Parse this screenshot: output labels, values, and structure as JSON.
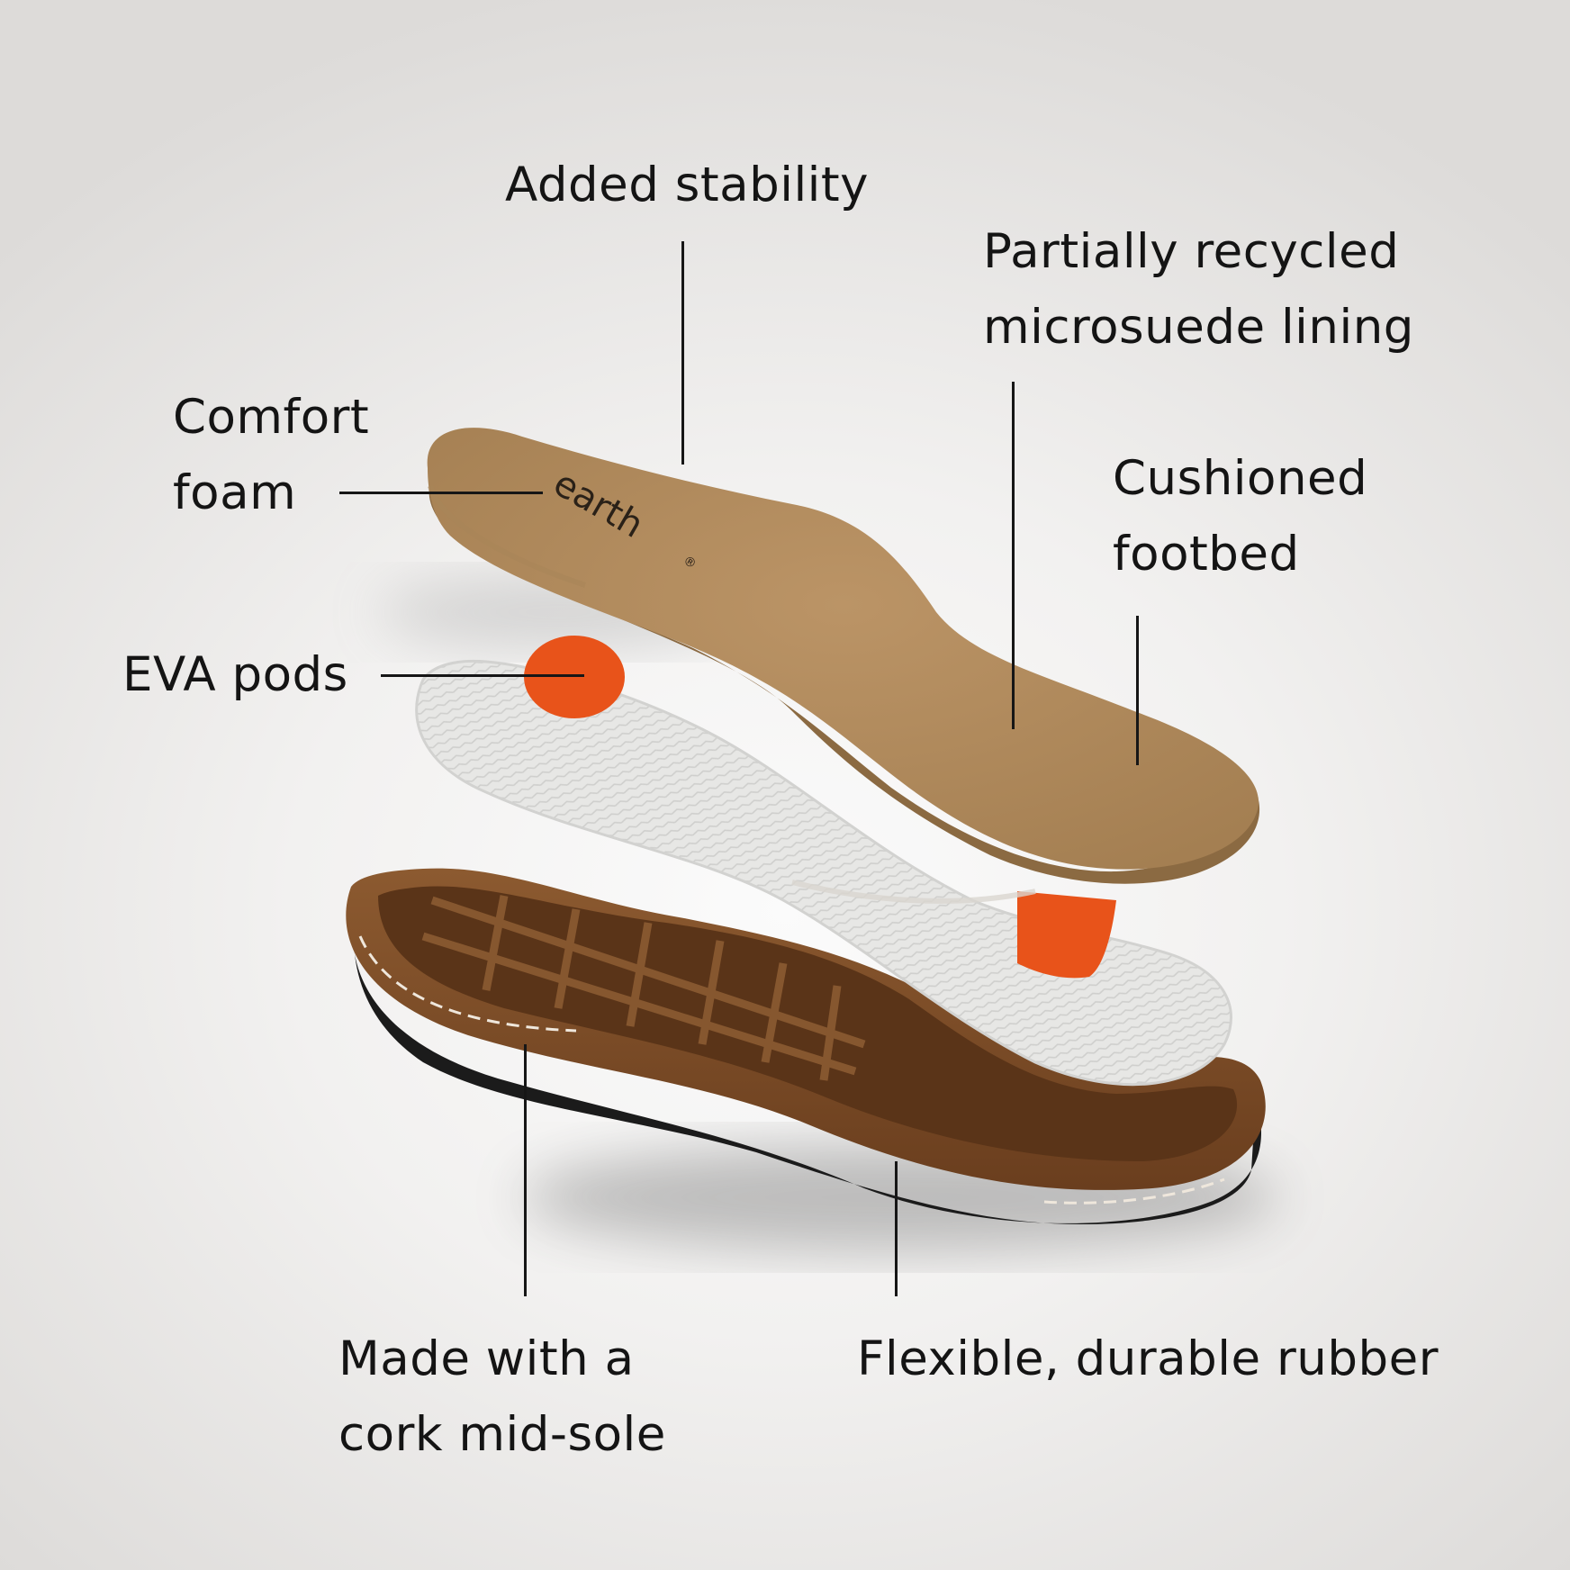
{
  "callouts": {
    "added_stability": {
      "line1": "Added stability"
    },
    "partially_recycled": {
      "line1": "Partially recycled",
      "line2": "microsuede lining"
    },
    "comfort_foam": {
      "line1": "Comfort",
      "line2": "foam"
    },
    "cushioned_footbed": {
      "line1": "Cushioned",
      "line2": "footbed"
    },
    "eva_pods": {
      "line1": "EVA pods"
    },
    "cork_midsole": {
      "line1": "Made with a",
      "line2": "cork mid-sole"
    },
    "rubber": {
      "line1": "Flexible, durable rubber"
    }
  },
  "product": {
    "brand_mark": "earth",
    "brand_symbol": "®",
    "layers": [
      "microsuede footbed",
      "white EVA layer with orange pods",
      "cork mid-sole with rubber outsole"
    ]
  },
  "colors": {
    "suede": "#b08a5c",
    "suede_dark": "#8a6a43",
    "eva_white": "#e6e6e4",
    "pod_orange": "#e8531a",
    "cork": "#7a4a26",
    "cork_light": "#9a6a3e",
    "rubber": "#1c1c1c",
    "text": "#141414"
  }
}
